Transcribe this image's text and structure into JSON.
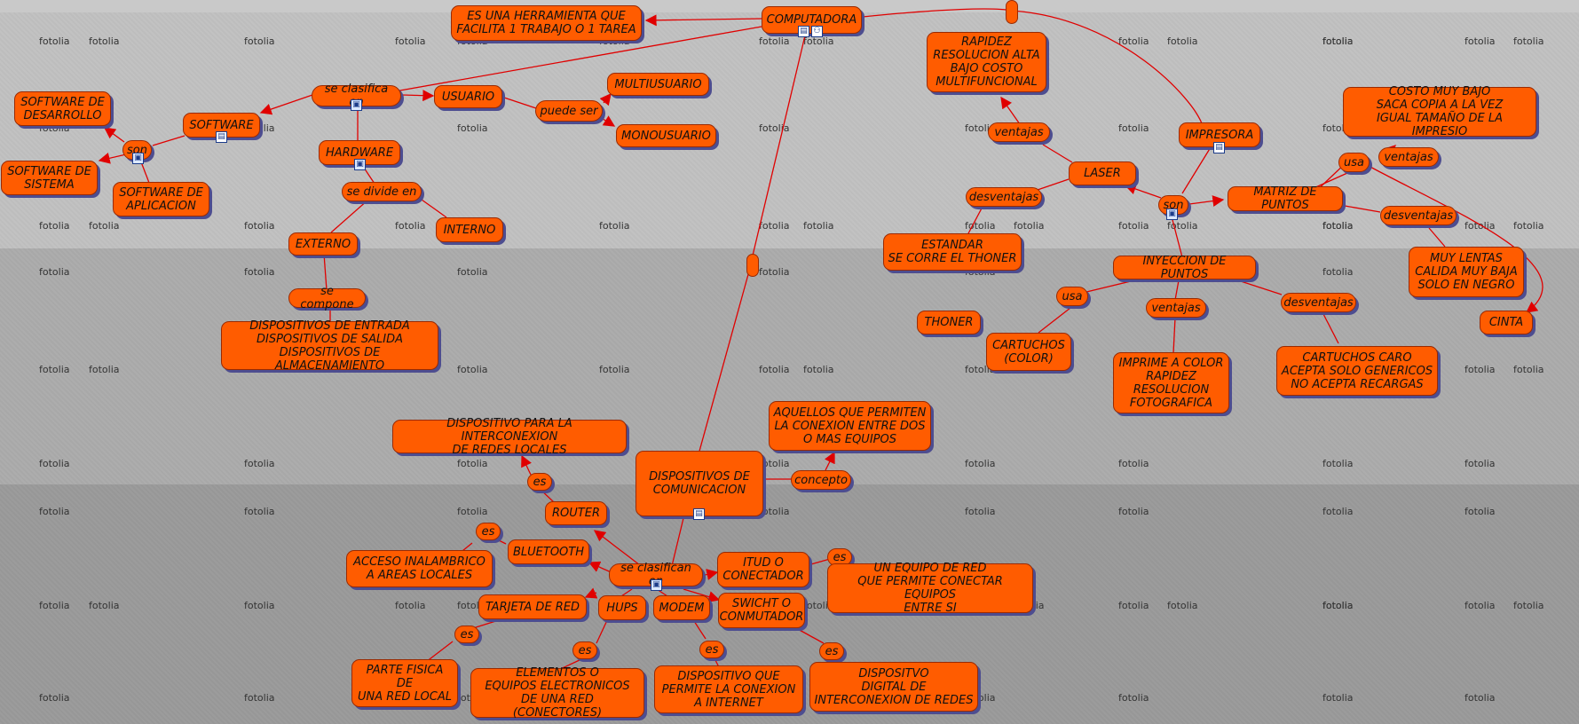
{
  "watermark": "fotolia",
  "colors": {
    "node_fill": "#ff5c00",
    "node_border": "#9a2a00",
    "shadow": "#4d4d90",
    "link": "#e00000"
  },
  "icons": {
    "note": "note-icon",
    "image": "image-icon",
    "link": "hierarchy-icon"
  },
  "nodes": {
    "computadora": "COMPUTADORA",
    "herramienta": "ES UNA HERRAMIENTA QUE\nFACILITA 1 TRABAJO O 1 TAREA",
    "se_clasifica_en": "se clasifica en",
    "usuario": "USUARIO",
    "puede_ser": "puede ser",
    "multiusuario": "MULTIUSUARIO",
    "monousuario": "MONOUSUARIO",
    "software": "SOFTWARE",
    "hardware": "HARDWARE",
    "son_sw": "son",
    "sw_desarrollo": "SOFTWARE DE\nDESARROLLO",
    "sw_sistema": "SOFTWARE DE\nSISTEMA",
    "sw_aplicacion": "SOFTWARE DE\nAPLICACION",
    "se_divide_en": "se divide en",
    "externo": "EXTERNO",
    "interno": "INTERNO",
    "se_compone": "se compone",
    "dispositivos_eds": "DISPOSITIVOS DE ENTRADA\nDISPOSITIVOS DE SALIDA\nDISPOSITIVOS DE ALMACENAMIENTO",
    "laser_ventajas_text": "RAPIDEZ\nRESOLUCION ALTA\nBAJO COSTO\nMULTIFUNCIONAL",
    "ventajas_laser": "ventajas",
    "laser": "LASER",
    "desventajas_laser": "desventajas",
    "estandar": "ESTANDAR\nSE CORRE EL THONER",
    "impresora": "IMPRESORA",
    "son_imp": "son",
    "matriz": "MATRIZ DE PUNTOS",
    "matriz_ventajas_text": "COSTO MUY BAJO\nSACA COPIA A LA VEZ\nIGUAL TAMAÑO DE LA IMPRESIO",
    "usa_matriz": "usa",
    "ventajas_matriz": "ventajas",
    "desventajas_matriz": "desventajas",
    "matriz_desv_text": "MUY LENTAS\nCALIDA MUY BAJA\nSOLO EN NEGRO",
    "cinta": "CINTA",
    "inyeccion": "INYECCION DE PUNTOS",
    "usa_iny": "usa",
    "thoner": "THONER",
    "cartuchos": "CARTUCHOS\n(COLOR)",
    "ventajas_iny": "ventajas",
    "iny_ventajas_text": "IMPRIME A COLOR\nRAPIDEZ\nRESOLUCION\nFOTOGRAFICA",
    "desventajas_iny": "desventajas",
    "iny_desv_text": "CARTUCHOS CARO\nACEPTA SOLO GENERICOS\nNO ACEPTA RECARGAS",
    "disp_comunicacion": "DISPOSITIVOS DE\nCOMUNICACION",
    "concepto": "concepto",
    "concepto_text": "AQUELLOS QUE PERMITEN\nLA CONEXION ENTRE DOS\nO MAS EQUIPOS",
    "router_def": "DISPOSITIVO PARA LA INTERCONEXION\nDE REDES LOCALES",
    "es_router": "es",
    "router": "ROUTER",
    "es_bt": "es",
    "bluetooth": "BLUETOOTH",
    "bt_def": "ACCESO INALAMBRICO\nA AREAS LOCALES",
    "se_clasifican_en": "se clasifican en",
    "itud": "ITUD O\nCONECTADOR",
    "es_itud": "es",
    "itud_def": "UN EQUIPO DE RED\nQUE PERMITE CONECTAR EQUIPOS\nENTRE SI",
    "tarjeta": "TARJETA DE RED",
    "hups": "HUPS",
    "modem": "MODEM",
    "swicht": "SWICHT O\nCONMUTADOR",
    "es_tarjeta": "es",
    "tarjeta_def": "PARTE FISICA\nDE\nUNA RED LOCAL",
    "es_hups": "es",
    "hups_def": "ELEMENTOS O\nEQUIPOS ELECTRONICOS\nDE UNA RED (CONECTORES)",
    "es_modem": "es",
    "modem_def": "DISPOSITIVO QUE\nPERMITE LA CONEXION\nA INTERNET",
    "es_swicht": "es",
    "swicht_def": "DISPOSITVO\nDIGITAL DE\nINTERCONEXION DE REDES"
  }
}
